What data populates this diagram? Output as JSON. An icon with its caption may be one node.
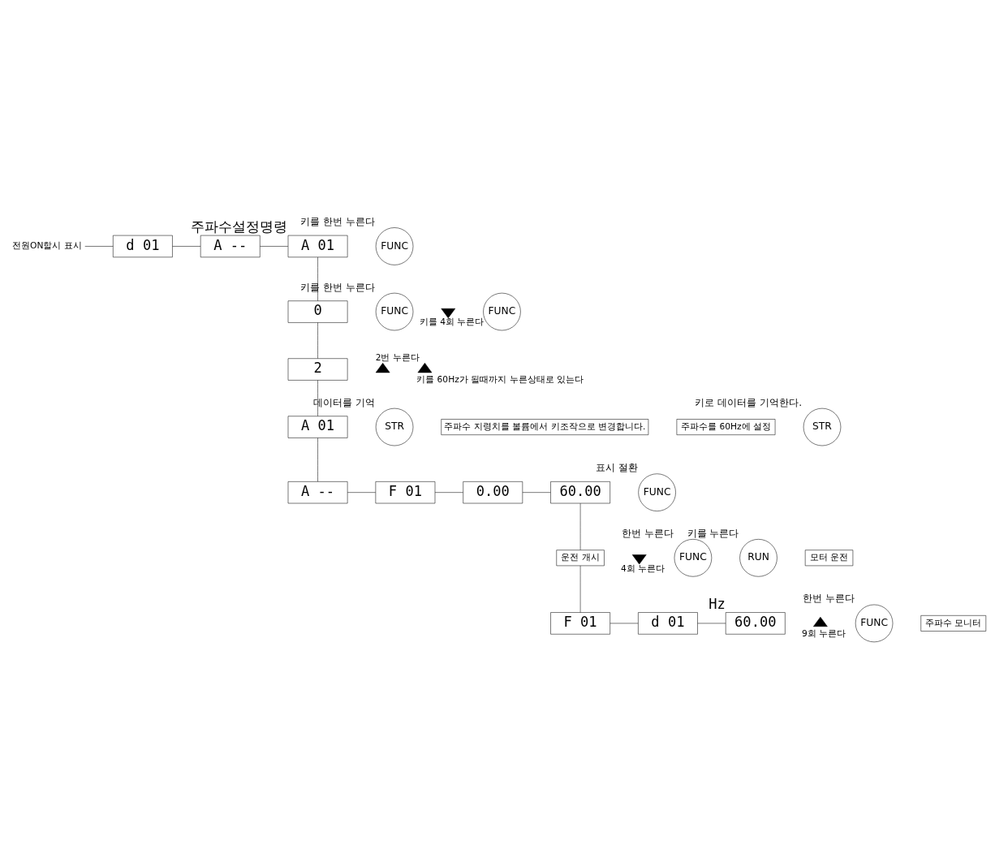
{
  "diagram": {
    "nodes": [
      {
        "text": [
          "전원ON할시 표시"
        ]
      },
      {
        "text": [
          "d 01"
        ]
      },
      {
        "text": [
          "A --"
        ]
      },
      {
        "text": [
          "A 01"
        ],
        "beside": [
          "주파수설정명령"
        ]
      },
      {
        "text": [
          "FUNC"
        ],
        "beside": [
          "키를 한번 누른다"
        ]
      },
      {
        "text": [],
        "shape": "triangle",
        "beside": [
          "키를 4회 누른다"
        ]
      },
      {
        "text": [
          "FUNC"
        ],
        "beside": [
          "키를 한번 누른다"
        ]
      },
      {
        "text": [
          "FUNC"
        ]
      },
      {
        "text": [
          "0"
        ]
      },
      {
        "text": [],
        "shape": "triangle",
        "beside": [
          "2번 누른다"
        ]
      },
      {
        "text": [
          "2"
        ]
      },
      {
        "text": [
          "STR"
        ],
        "beside": [
          "데이터를 기억"
        ]
      },
      {
        "text": [
          "A 01"
        ]
      },
      {
        "text": [
          "FUNC"
        ],
        "beside": [
          "표시 절환"
        ]
      },
      {
        "text": [
          "주파수 지령치를 볼륨에서 키조작으로 변경합니다."
        ]
      },
      {
        "text": [
          "주파수를 60Hz에 설정"
        ]
      },
      {
        "text": [
          "STR"
        ],
        "beside": [
          "키로 데이터를 기억한다."
        ]
      },
      {
        "text": [
          "A --"
        ]
      },
      {
        "text": [
          "F 01"
        ]
      },
      {
        "text": [
          "0.00"
        ]
      },
      {
        "text": [
          "60.00"
        ]
      },
      {
        "text": [],
        "shape": "triangle",
        "beside": [
          "4회 누른다"
        ]
      },
      {
        "text": [
          "FUNC"
        ],
        "beside": [
          "한번 누른다"
        ]
      },
      {
        "text": [],
        "shape": "triangle",
        "beside": [
          "키를 60Hz가 될때까지 누른상태로 있는다"
        ]
      },
      {
        "text": [
          "RUN"
        ],
        "beside": [
          "키를 누른다"
        ]
      },
      {
        "text": [
          "운전 개시"
        ]
      },
      {
        "text": [
          "모터 운전"
        ]
      },
      {
        "text": [
          "F 01"
        ]
      },
      {
        "text": [],
        "shape": "triangle",
        "beside": [
          "9회 누른다"
        ]
      },
      {
        "text": [
          "d 01"
        ]
      },
      {
        "text": [
          "FUNC"
        ],
        "beside": [
          "한번 누른다"
        ]
      },
      {
        "text": [
          "60.00"
        ],
        "beside": [
          "Hz"
        ]
      },
      {
        "text": [
          "주파수 모니터"
        ]
      }
    ],
    "edges": [
      {
        "from": 0,
        "to": 1,
        "arrow": "none"
      },
      {
        "from": 1,
        "to": 2,
        "arrow": "none"
      },
      {
        "from": 2,
        "to": 3,
        "arrow": "none"
      },
      {
        "from": 3,
        "to": 8,
        "arrow": "none"
      },
      {
        "from": 8,
        "to": 10,
        "arrow": "none"
      },
      {
        "from": 10,
        "to": 12,
        "arrow": "none"
      },
      {
        "from": 12,
        "to": 17,
        "arrow": "none"
      },
      {
        "from": 17,
        "to": 18,
        "arrow": "none"
      },
      {
        "from": 18,
        "to": 19,
        "arrow": "none"
      },
      {
        "from": 19,
        "to": 20,
        "arrow": "none"
      },
      {
        "from": 20,
        "to": 25,
        "arrow": "none"
      },
      {
        "from": 25,
        "to": 27,
        "arrow": "none"
      },
      {
        "from": 27,
        "to": 29,
        "arrow": "none"
      },
      {
        "from": 29,
        "to": 31,
        "arrow": "none"
      }
    ]
  }
}
